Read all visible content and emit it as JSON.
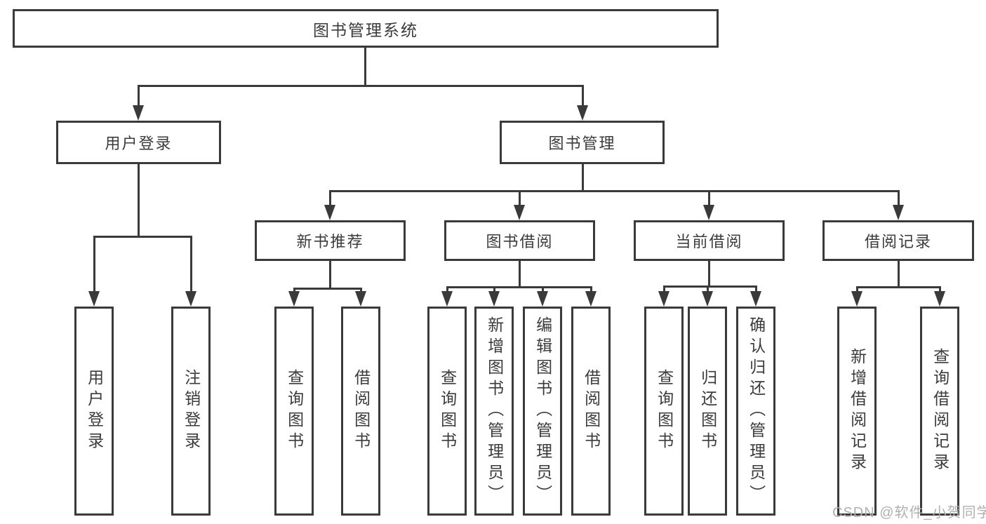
{
  "diagram": {
    "root": "图书管理系统",
    "level2": {
      "user_login": "用户登录",
      "book_management": "图书管理"
    },
    "level3": {
      "new_book_recommend": "新书推荐",
      "book_borrow": "图书借阅",
      "current_borrow": "当前借阅",
      "borrow_records": "借阅记录"
    },
    "leaves": {
      "user_login": "用户登录",
      "logout": "注销登录",
      "query_books_a": "查询图书",
      "borrow_books_a": "借阅图书",
      "query_books_b": "查询图书",
      "add_book_admin": "新增图书（管理员）",
      "edit_book_admin": "编辑图书（管理员）",
      "borrow_books_b": "借阅图书",
      "query_books_c": "查询图书",
      "return_books": "归还图书",
      "confirm_return_admin": "确认归还（管理员）",
      "add_borrow_record": "新增借阅记录",
      "query_borrow_record": "查询借阅记录"
    }
  },
  "watermark": "CSDN @软件_小贺同学",
  "colors": {
    "line": "#3a3a3a",
    "text": "#3b3b3b",
    "box_background": "#ffffff",
    "page_background": "#ffffff",
    "watermark": "#b0b0b0"
  }
}
